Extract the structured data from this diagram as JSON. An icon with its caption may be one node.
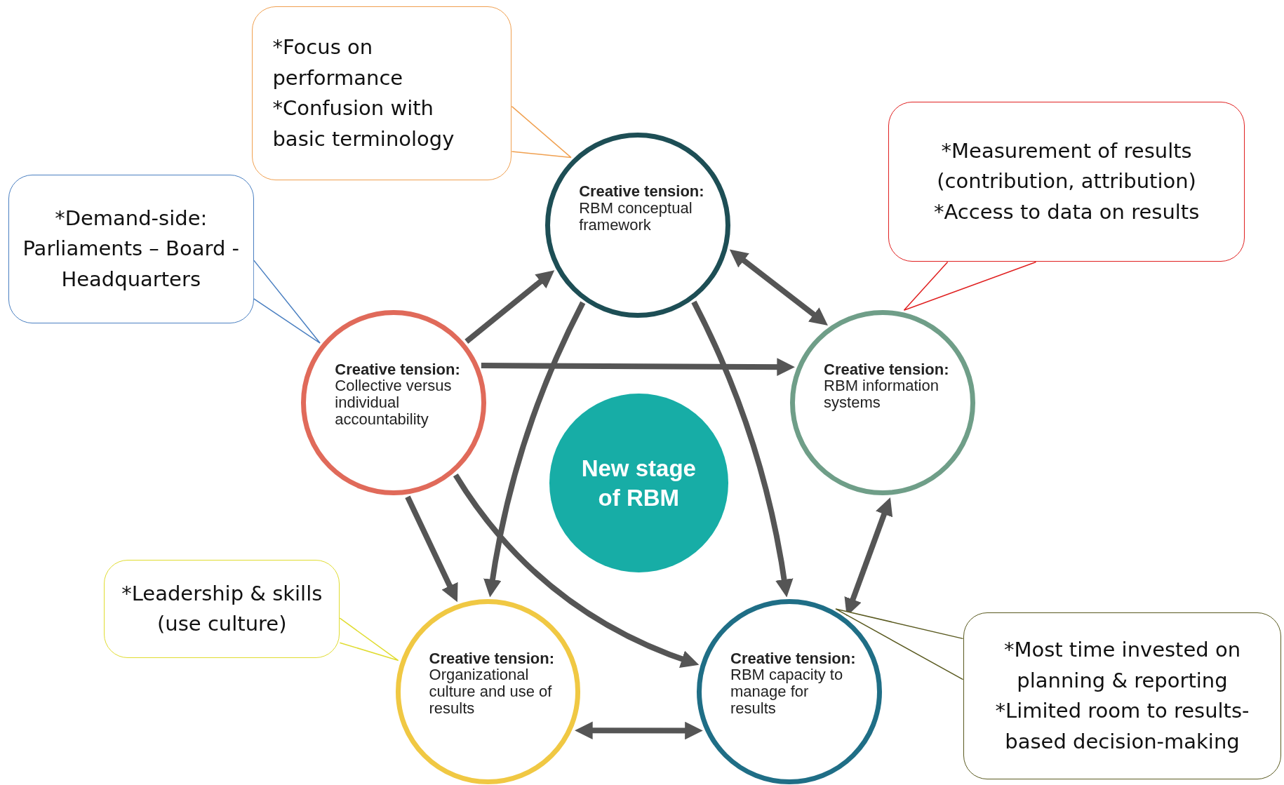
{
  "diagram": {
    "nodes": [
      {
        "text": [
          "*Focus on performance",
          "*Confusion with basic terminology"
        ]
      },
      {
        "text": [
          "*Demand-side: Parliaments – Board - Headquarters"
        ]
      },
      {
        "text": [
          "*Measurement of results (contribution, attribution)",
          "*Access to data on results"
        ]
      },
      {
        "text": [
          "*Leadership & skills (use culture)"
        ]
      },
      {
        "text": [
          "*Most time invested on planning & reporting",
          "*Limited room to results-based decision-making"
        ]
      },
      {
        "text": [
          "Creative tension:",
          "RBM conceptual framework"
        ]
      },
      {
        "text": [
          "Creative tension:",
          "Collective versus individual accountability"
        ]
      },
      {
        "text": [
          "Creative tension:",
          "RBM information systems"
        ]
      },
      {
        "text": [
          "Creative tension:",
          "Organizational culture and use of results"
        ]
      },
      {
        "text": [
          "Creative tension:",
          "RBM capacity to manage for results"
        ]
      },
      {
        "text": [
          "New stage of RBM"
        ]
      }
    ],
    "edges": [
      {
        "from": 6,
        "to": 5,
        "arrow": "to"
      },
      {
        "from": 6,
        "to": 7,
        "arrow": "to"
      },
      {
        "from": 6,
        "to": 8,
        "arrow": "to"
      },
      {
        "from": 6,
        "to": 9,
        "arrow": "to"
      },
      {
        "from": 5,
        "to": 8,
        "arrow": "to"
      },
      {
        "from": 5,
        "to": 9,
        "arrow": "to"
      },
      {
        "from": 5,
        "to": 7,
        "arrow": "both"
      },
      {
        "from": 7,
        "to": 9,
        "arrow": "both"
      },
      {
        "from": 8,
        "to": 9,
        "arrow": "both"
      },
      {
        "from": 0,
        "to": 5,
        "arrow": "none",
        "color": "#f0a050"
      },
      {
        "from": 1,
        "to": 6,
        "arrow": "none",
        "color": "#4a7fc1"
      },
      {
        "from": 2,
        "to": 7,
        "arrow": "none",
        "color": "#e02020"
      },
      {
        "from": 3,
        "to": 8,
        "arrow": "none",
        "color": "#e0dc30"
      },
      {
        "from": 4,
        "to": 9,
        "arrow": "none",
        "color": "#5a5a20"
      }
    ]
  }
}
